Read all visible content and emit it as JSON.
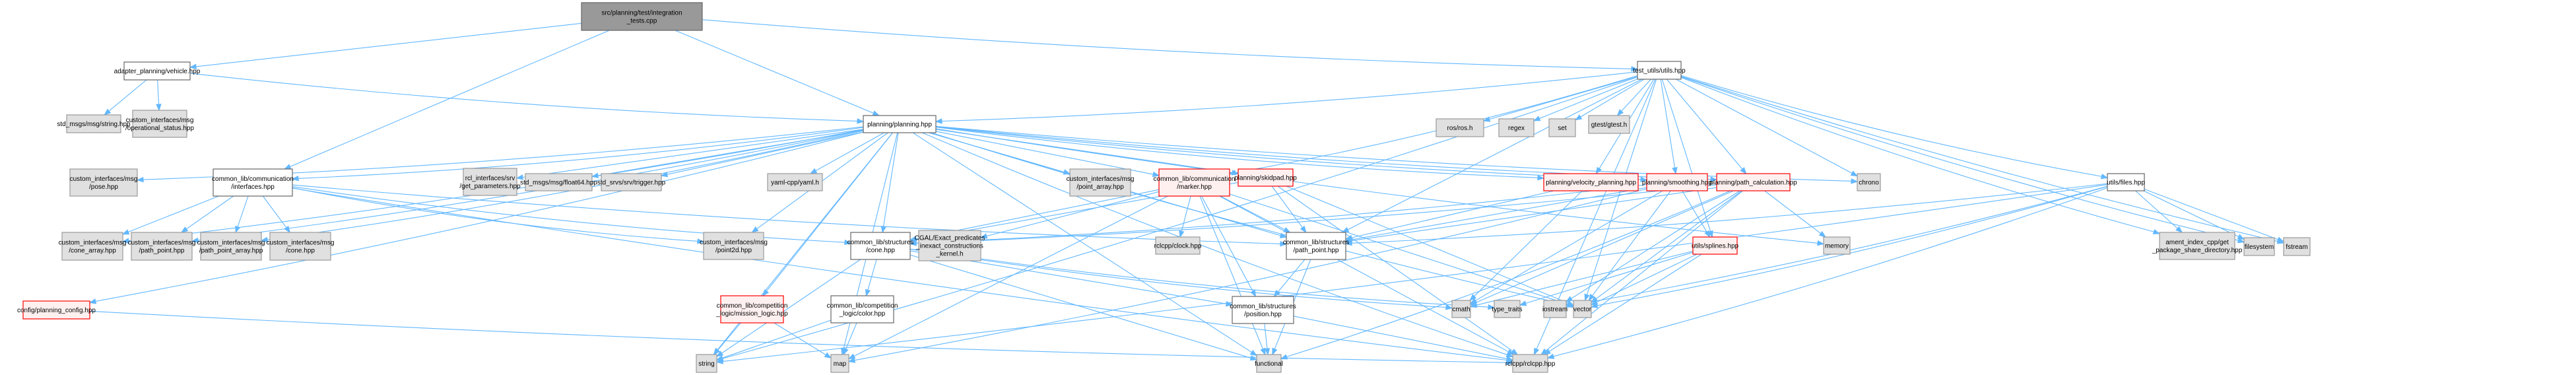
{
  "diagram": {
    "type": "include-dependency-graph",
    "root": "root",
    "colors": {
      "edge": "#63b8ff",
      "root_fill": "#999999",
      "root_border": "#666666",
      "local_fill": "#ffffff",
      "local_border": "#666666",
      "external_fill": "#e0e0e0",
      "external_border": "#999999",
      "incomplete_fill": "#fff0f0",
      "incomplete_border": "#ff0000"
    },
    "nodes": [
      {
        "id": "root",
        "lines": [
          "src/planning/test/integration",
          "_tests.cpp"
        ],
        "kind": "root"
      },
      {
        "id": "vehicle",
        "lines": [
          "adapter_planning/vehicle.hpp"
        ],
        "kind": "local"
      },
      {
        "id": "test_utils",
        "lines": [
          "test_utils/utils.hpp"
        ],
        "kind": "local"
      },
      {
        "id": "std_string_msg",
        "lines": [
          "std_msgs/msg/string.hpp"
        ],
        "kind": "external"
      },
      {
        "id": "op_status",
        "lines": [
          "custom_interfaces/msg",
          "/operational_status.hpp"
        ],
        "kind": "external"
      },
      {
        "id": "planning",
        "lines": [
          "planning/planning.hpp"
        ],
        "kind": "local"
      },
      {
        "id": "ros_h",
        "lines": [
          "ros/ros.h"
        ],
        "kind": "external"
      },
      {
        "id": "regex",
        "lines": [
          "regex"
        ],
        "kind": "external"
      },
      {
        "id": "set",
        "lines": [
          "set"
        ],
        "kind": "external"
      },
      {
        "id": "gtest",
        "lines": [
          "gtest/gtest.h"
        ],
        "kind": "external"
      },
      {
        "id": "pose",
        "lines": [
          "custom_interfaces/msg",
          "/pose.hpp"
        ],
        "kind": "external"
      },
      {
        "id": "interfaces",
        "lines": [
          "common_lib/communication",
          "/interfaces.hpp"
        ],
        "kind": "local"
      },
      {
        "id": "get_params",
        "lines": [
          "rcl_interfaces/srv",
          "/get_parameters.hpp"
        ],
        "kind": "external"
      },
      {
        "id": "float64",
        "lines": [
          "std_msgs/msg/float64.hpp"
        ],
        "kind": "external"
      },
      {
        "id": "trigger",
        "lines": [
          "std_srvs/srv/trigger.hpp"
        ],
        "kind": "external"
      },
      {
        "id": "yaml",
        "lines": [
          "yaml-cpp/yaml.h"
        ],
        "kind": "external"
      },
      {
        "id": "point_array",
        "lines": [
          "custom_interfaces/msg",
          "/point_array.hpp"
        ],
        "kind": "external"
      },
      {
        "id": "marker",
        "lines": [
          "common_lib/communication",
          "/marker.hpp"
        ],
        "kind": "incomplete"
      },
      {
        "id": "skidpad",
        "lines": [
          "planning/skidpad.hpp"
        ],
        "kind": "incomplete"
      },
      {
        "id": "velocity",
        "lines": [
          "planning/velocity_planning.hpp"
        ],
        "kind": "incomplete"
      },
      {
        "id": "smoothing",
        "lines": [
          "planning/smoothing.hpp"
        ],
        "kind": "incomplete"
      },
      {
        "id": "path_calc",
        "lines": [
          "planning/path_calculation.hpp"
        ],
        "kind": "incomplete"
      },
      {
        "id": "chrono",
        "lines": [
          "chrono"
        ],
        "kind": "external"
      },
      {
        "id": "files",
        "lines": [
          "utils/files.hpp"
        ],
        "kind": "local"
      },
      {
        "id": "cone_array",
        "lines": [
          "custom_interfaces/msg",
          "/cone_array.hpp"
        ],
        "kind": "external"
      },
      {
        "id": "path_point_msg",
        "lines": [
          "custom_interfaces/msg",
          "/path_point.hpp"
        ],
        "kind": "external"
      },
      {
        "id": "path_point_array",
        "lines": [
          "custom_interfaces/msg",
          "/path_point_array.hpp"
        ],
        "kind": "external"
      },
      {
        "id": "cone_msg",
        "lines": [
          "custom_interfaces/msg",
          "/cone.hpp"
        ],
        "kind": "external"
      },
      {
        "id": "point2d",
        "lines": [
          "custom_interfaces/msg",
          "/point2d.hpp"
        ],
        "kind": "external"
      },
      {
        "id": "cone_struct",
        "lines": [
          "common_lib/structures",
          "/cone.hpp"
        ],
        "kind": "local"
      },
      {
        "id": "cgal",
        "lines": [
          "CGAL/Exact_predicates",
          "_inexact_constructions",
          "_kernel.h"
        ],
        "kind": "external"
      },
      {
        "id": "clock",
        "lines": [
          "rclcpp/clock.hpp"
        ],
        "kind": "external"
      },
      {
        "id": "path_point_struct",
        "lines": [
          "common_lib/structures",
          "/path_point.hpp"
        ],
        "kind": "local"
      },
      {
        "id": "splines",
        "lines": [
          "utils/splines.hpp"
        ],
        "kind": "incomplete"
      },
      {
        "id": "memory",
        "lines": [
          "memory"
        ],
        "kind": "external"
      },
      {
        "id": "ament",
        "lines": [
          "ament_index_cpp/get",
          "_package_share_directory.hpp"
        ],
        "kind": "external"
      },
      {
        "id": "filesystem",
        "lines": [
          "filesystem"
        ],
        "kind": "external"
      },
      {
        "id": "fstream",
        "lines": [
          "fstream"
        ],
        "kind": "external"
      },
      {
        "id": "planning_config",
        "lines": [
          "config/planning_config.hpp"
        ],
        "kind": "incomplete"
      },
      {
        "id": "mission_logic",
        "lines": [
          "common_lib/competition",
          "_logic/mission_logic.hpp"
        ],
        "kind": "incomplete"
      },
      {
        "id": "color",
        "lines": [
          "common_lib/competition",
          "_logic/color.hpp"
        ],
        "kind": "local"
      },
      {
        "id": "position",
        "lines": [
          "common_lib/structures",
          "/position.hpp"
        ],
        "kind": "local"
      },
      {
        "id": "cmath",
        "lines": [
          "cmath"
        ],
        "kind": "external"
      },
      {
        "id": "type_traits",
        "lines": [
          "type_traits"
        ],
        "kind": "external"
      },
      {
        "id": "iostream",
        "lines": [
          "iostream"
        ],
        "kind": "external"
      },
      {
        "id": "vector",
        "lines": [
          "vector"
        ],
        "kind": "external"
      },
      {
        "id": "string",
        "lines": [
          "string"
        ],
        "kind": "external"
      },
      {
        "id": "map",
        "lines": [
          "map"
        ],
        "kind": "external"
      },
      {
        "id": "functional",
        "lines": [
          "functional"
        ],
        "kind": "external"
      },
      {
        "id": "rclcpp",
        "lines": [
          "rclcpp/rclcpp.hpp"
        ],
        "kind": "external"
      }
    ],
    "edges": [
      [
        "root",
        "vehicle"
      ],
      [
        "root",
        "planning"
      ],
      [
        "root",
        "test_utils"
      ],
      [
        "root",
        "interfaces"
      ],
      [
        "vehicle",
        "std_string_msg"
      ],
      [
        "vehicle",
        "op_status"
      ],
      [
        "vehicle",
        "planning"
      ],
      [
        "test_utils",
        "planning"
      ],
      [
        "test_utils",
        "ros_h"
      ],
      [
        "test_utils",
        "regex"
      ],
      [
        "test_utils",
        "set"
      ],
      [
        "test_utils",
        "gtest"
      ],
      [
        "test_utils",
        "chrono"
      ],
      [
        "test_utils",
        "files"
      ],
      [
        "test_utils",
        "smoothing"
      ],
      [
        "test_utils",
        "path_calc"
      ],
      [
        "test_utils",
        "velocity"
      ],
      [
        "test_utils",
        "marker"
      ],
      [
        "test_utils",
        "path_point_struct"
      ],
      [
        "test_utils",
        "splines"
      ],
      [
        "test_utils",
        "vector"
      ],
      [
        "test_utils",
        "string"
      ],
      [
        "test_utils",
        "filesystem"
      ],
      [
        "test_utils",
        "fstream"
      ],
      [
        "test_utils",
        "ament"
      ],
      [
        "test_utils",
        "rclcpp"
      ],
      [
        "planning",
        "pose"
      ],
      [
        "planning",
        "interfaces"
      ],
      [
        "planning",
        "get_params"
      ],
      [
        "planning",
        "float64"
      ],
      [
        "planning",
        "trigger"
      ],
      [
        "planning",
        "yaml"
      ],
      [
        "planning",
        "point_array"
      ],
      [
        "planning",
        "marker"
      ],
      [
        "planning",
        "skidpad"
      ],
      [
        "planning",
        "velocity"
      ],
      [
        "planning",
        "smoothing"
      ],
      [
        "planning",
        "path_calc"
      ],
      [
        "planning",
        "chrono"
      ],
      [
        "planning",
        "memory"
      ],
      [
        "planning",
        "cone_array"
      ],
      [
        "planning",
        "path_point_msg"
      ],
      [
        "planning",
        "path_point_array"
      ],
      [
        "planning",
        "point2d"
      ],
      [
        "planning",
        "cone_struct"
      ],
      [
        "planning",
        "path_point_struct"
      ],
      [
        "planning",
        "planning_config"
      ],
      [
        "planning",
        "mission_logic"
      ],
      [
        "planning",
        "string"
      ],
      [
        "planning",
        "map"
      ],
      [
        "planning",
        "functional"
      ],
      [
        "planning",
        "vector"
      ],
      [
        "planning",
        "rclcpp"
      ],
      [
        "interfaces",
        "cone_array"
      ],
      [
        "interfaces",
        "path_point_msg"
      ],
      [
        "interfaces",
        "path_point_array"
      ],
      [
        "interfaces",
        "cone_msg"
      ],
      [
        "interfaces",
        "point2d"
      ],
      [
        "interfaces",
        "cone_struct"
      ],
      [
        "interfaces",
        "path_point_struct"
      ],
      [
        "interfaces",
        "rclcpp"
      ],
      [
        "marker",
        "cone_struct"
      ],
      [
        "marker",
        "cgal"
      ],
      [
        "marker",
        "clock"
      ],
      [
        "marker",
        "path_point_struct"
      ],
      [
        "marker",
        "position"
      ],
      [
        "marker",
        "functional"
      ],
      [
        "marker",
        "rclcpp"
      ],
      [
        "marker",
        "vector"
      ],
      [
        "marker",
        "map"
      ],
      [
        "skidpad",
        "cone_struct"
      ],
      [
        "skidpad",
        "path_point_struct"
      ],
      [
        "skidpad",
        "rclcpp"
      ],
      [
        "skidpad",
        "vector"
      ],
      [
        "velocity",
        "path_point_struct"
      ],
      [
        "velocity",
        "cmath"
      ],
      [
        "smoothing",
        "cone_struct"
      ],
      [
        "smoothing",
        "path_point_struct"
      ],
      [
        "smoothing",
        "splines"
      ],
      [
        "smoothing",
        "cmath"
      ],
      [
        "smoothing",
        "vector"
      ],
      [
        "smoothing",
        "map"
      ],
      [
        "path_calc",
        "cone_struct"
      ],
      [
        "path_calc",
        "path_point_struct"
      ],
      [
        "path_calc",
        "memory"
      ],
      [
        "path_calc",
        "cmath"
      ],
      [
        "path_calc",
        "vector"
      ],
      [
        "path_calc",
        "rclcpp"
      ],
      [
        "path_calc",
        "functional"
      ],
      [
        "path_calc",
        "iostream"
      ],
      [
        "files",
        "ament"
      ],
      [
        "files",
        "filesystem"
      ],
      [
        "files",
        "fstream"
      ],
      [
        "files",
        "string"
      ],
      [
        "files",
        "vector"
      ],
      [
        "files",
        "iostream"
      ],
      [
        "files",
        "rclcpp"
      ],
      [
        "files",
        "path_point_struct"
      ],
      [
        "cone_struct",
        "color"
      ],
      [
        "cone_struct",
        "position"
      ],
      [
        "cone_struct",
        "string"
      ],
      [
        "cone_struct",
        "functional"
      ],
      [
        "cone_struct",
        "cmath"
      ],
      [
        "cone_struct",
        "type_traits"
      ],
      [
        "path_point_struct",
        "position"
      ],
      [
        "path_point_struct",
        "functional"
      ],
      [
        "splines",
        "cmath"
      ],
      [
        "splines",
        "type_traits"
      ],
      [
        "splines",
        "vector"
      ],
      [
        "splines",
        "rclcpp"
      ],
      [
        "planning_config",
        "rclcpp"
      ],
      [
        "mission_logic",
        "string"
      ],
      [
        "mission_logic",
        "map"
      ],
      [
        "color",
        "string"
      ],
      [
        "color",
        "map"
      ],
      [
        "position",
        "functional"
      ],
      [
        "position",
        "rclcpp"
      ]
    ]
  }
}
